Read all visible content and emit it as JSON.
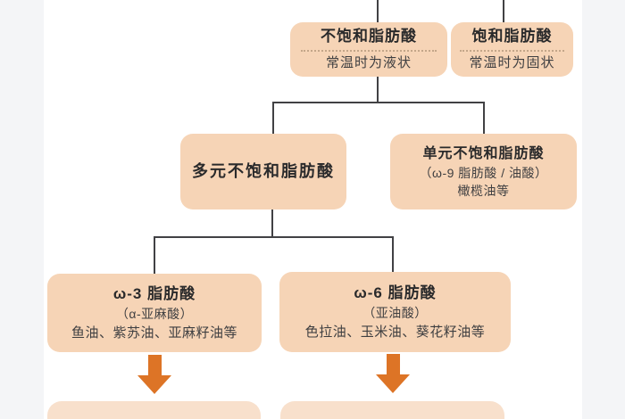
{
  "colors": {
    "page_bg": "#f4f5f7",
    "panel_bg": "#ffffff",
    "box_fill": "#f6d4b6",
    "box_fill_faded": "#f8e0cc",
    "connector": "#414144",
    "arrow": "#dd7426",
    "title_text": "#2a2a2b",
    "body_text": "#3f3f41",
    "separator": "#9a8165"
  },
  "diagram": {
    "type": "flowchart",
    "nodes": {
      "unsaturated": {
        "title": "不饱和脂肪酸",
        "subtitle": "常温时为液状"
      },
      "saturated": {
        "title": "饱和脂肪酸",
        "subtitle": "常温时为固状"
      },
      "polyunsaturated": {
        "title": "多元不饱和脂肪酸"
      },
      "monounsaturated": {
        "title": "单元不饱和脂肪酸",
        "line2": "（ω-9 脂肪酸 / 油酸）",
        "line3": "橄榄油等"
      },
      "omega3": {
        "title": "ω-3 脂肪酸",
        "line2": "（α-亚麻酸）",
        "line3": "鱼油、紫苏油、亚麻籽油等"
      },
      "omega6": {
        "title": "ω-6 脂肪酸",
        "line2": "（亚油酸）",
        "line3": "色拉油、玉米油、葵花籽油等"
      },
      "result_left": {
        "title": ""
      },
      "result_right": {
        "title": ""
      }
    },
    "edges": [
      {
        "from": "top-edge",
        "to": "unsaturated",
        "style": "line"
      },
      {
        "from": "top-edge",
        "to": "saturated",
        "style": "line"
      },
      {
        "from": "unsaturated",
        "to": "polyunsaturated",
        "style": "line"
      },
      {
        "from": "unsaturated",
        "to": "monounsaturated",
        "style": "line"
      },
      {
        "from": "polyunsaturated",
        "to": "omega3",
        "style": "line"
      },
      {
        "from": "polyunsaturated",
        "to": "omega6",
        "style": "line"
      },
      {
        "from": "omega3",
        "to": "result_left",
        "style": "orange-block-arrow"
      },
      {
        "from": "omega6",
        "to": "result_right",
        "style": "orange-block-arrow"
      }
    ]
  }
}
